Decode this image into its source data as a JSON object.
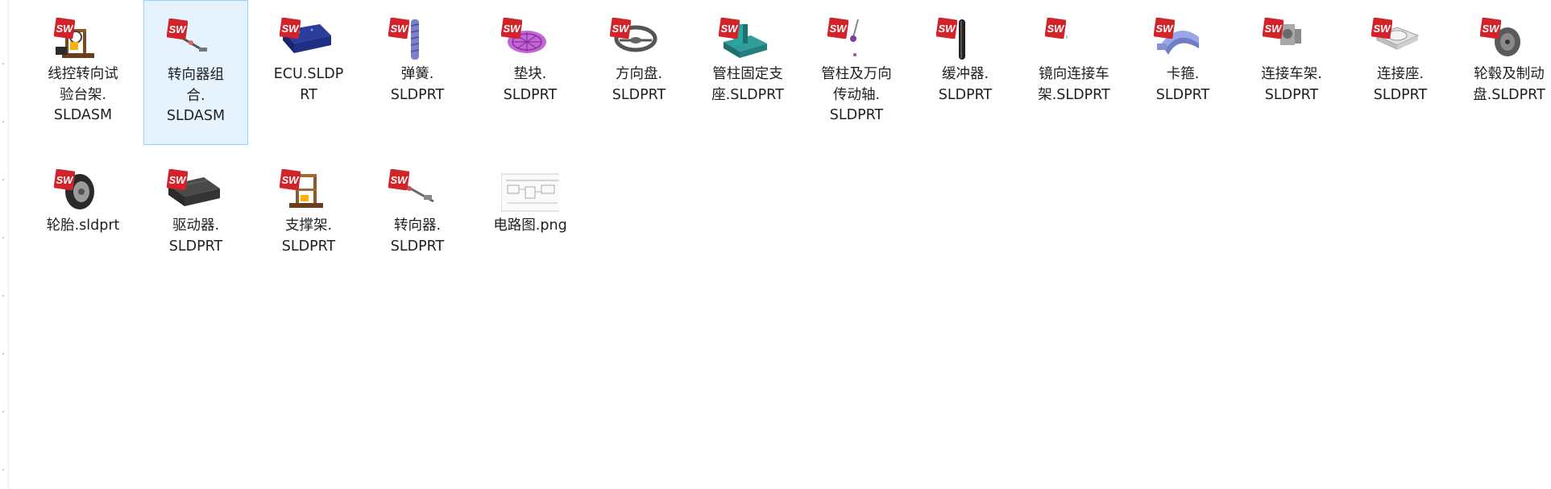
{
  "files": [
    {
      "name": "线控转向试验台架.SLDASM",
      "line1": "线控转向试",
      "line2": "验台架.",
      "line3": "SLDASM",
      "thumb": "test-bench-icon",
      "badge": "solidworks-icon"
    },
    {
      "name": "转向器组合.SLDASM",
      "line1": "转向器组",
      "line2": "合.",
      "line3": "SLDASM",
      "thumb": "steering-assembly-icon",
      "badge": "solidworks-icon",
      "selected": true
    },
    {
      "name": "ECU.SLDPRT",
      "line1": "ECU.SLDP",
      "line2": "RT",
      "line3": "",
      "thumb": "ecu-icon",
      "badge": "solidworks-icon"
    },
    {
      "name": "弹簧.SLDPRT",
      "line1": "弹簧.",
      "line2": "SLDPRT",
      "line3": "",
      "thumb": "spring-icon",
      "badge": "solidworks-icon"
    },
    {
      "name": "垫块.SLDPRT",
      "line1": "垫块.",
      "line2": "SLDPRT",
      "line3": "",
      "thumb": "pad-icon",
      "badge": "solidworks-icon"
    },
    {
      "name": "方向盘.SLDPRT",
      "line1": "方向盘.",
      "line2": "SLDPRT",
      "line3": "",
      "thumb": "steering-wheel-icon",
      "badge": "solidworks-icon"
    },
    {
      "name": "管柱固定支座.SLDPRT",
      "line1": "管柱固定支",
      "line2": "座.SLDPRT",
      "line3": "",
      "thumb": "column-mount-icon",
      "badge": "solidworks-icon"
    },
    {
      "name": "管柱及万向传动轴.SLDPRT",
      "line1": "管柱及万向",
      "line2": "传动轴.",
      "line3": "SLDPRT",
      "thumb": "drive-shaft-icon",
      "badge": "solidworks-icon"
    },
    {
      "name": "缓冲器.SLDPRT",
      "line1": "缓冲器.",
      "line2": "SLDPRT",
      "line3": "",
      "thumb": "buffer-icon",
      "badge": "solidworks-icon"
    },
    {
      "name": "镜向连接车架.SLDPRT",
      "line1": "镜向连接车",
      "line2": "架.SLDPRT",
      "line3": "",
      "thumb": "mirror-frame-icon",
      "badge": "solidworks-icon"
    },
    {
      "name": "卡箍.SLDPRT",
      "line1": "卡箍.",
      "line2": "SLDPRT",
      "line3": "",
      "thumb": "clamp-icon",
      "badge": "solidworks-icon"
    },
    {
      "name": "连接车架.SLDPRT",
      "line1": "连接车架.",
      "line2": "SLDPRT",
      "line3": "",
      "thumb": "frame-connector-icon",
      "badge": "solidworks-icon"
    },
    {
      "name": "连接座.SLDPRT",
      "line1": "连接座.",
      "line2": "SLDPRT",
      "line3": "",
      "thumb": "connector-seat-icon",
      "badge": "solidworks-icon"
    },
    {
      "name": "轮毂及制动盘.SLDPRT",
      "line1": "轮毂及制动",
      "line2": "盘.SLDPRT",
      "line3": "",
      "thumb": "hub-brake-icon",
      "badge": "solidworks-icon"
    },
    {
      "name": "轮胎.sldprt",
      "line1": "轮胎.sldprt",
      "line2": "",
      "line3": "",
      "thumb": "tire-icon",
      "badge": "solidworks-icon"
    },
    {
      "name": "驱动器.SLDPRT",
      "line1": "驱动器.",
      "line2": "SLDPRT",
      "line3": "",
      "thumb": "driver-icon",
      "badge": "solidworks-icon"
    },
    {
      "name": "支撑架.SLDPRT",
      "line1": "支撑架.",
      "line2": "SLDPRT",
      "line3": "",
      "thumb": "support-frame-icon",
      "badge": "solidworks-icon"
    },
    {
      "name": "转向器.SLDPRT",
      "line1": "转向器.",
      "line2": "SLDPRT",
      "line3": "",
      "thumb": "steering-gear-icon",
      "badge": "solidworks-icon"
    },
    {
      "name": "电路图.png",
      "line1": "电路图.png",
      "line2": "",
      "line3": "",
      "thumb": "circuit-diagram-thumbnail",
      "badge": ""
    }
  ],
  "colors": {
    "selection_fill": "#e5f3ff",
    "selection_border": "#99d1ff",
    "sw_badge_red": "#d2232a",
    "label_text": "#1f1f1f"
  }
}
